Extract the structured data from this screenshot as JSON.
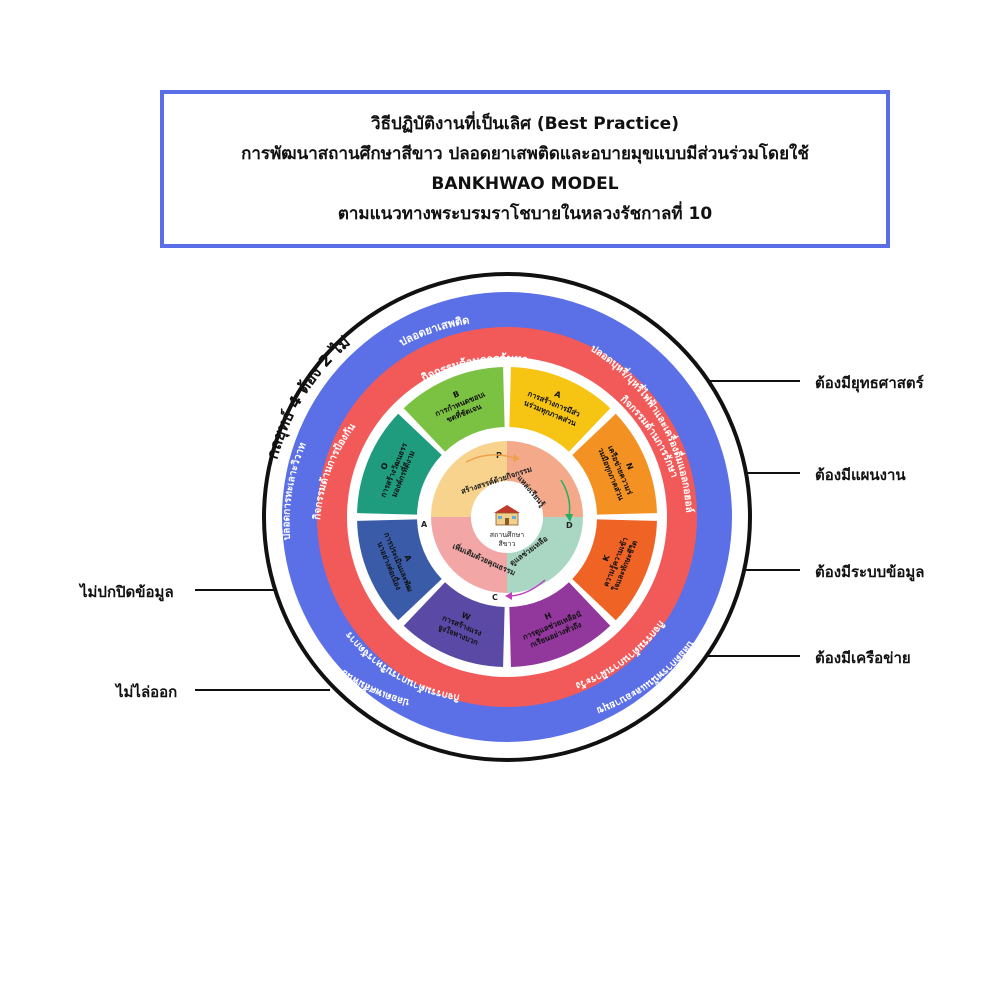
{
  "title": {
    "line1": "วิธีปฏิบัติงานที่เป็นเลิศ (Best Practice)",
    "line2": "การพัฒนาสถานศึกษาสีขาว ปลอดยาเสพติดและอบายมุขแบบมีส่วนร่วมโดยใช้",
    "line3": "BANKHWAO MODEL",
    "line4": "ตามแนวทางพระบรมราโชบายในหลวงรัชกาลที่ 10"
  },
  "strategy_arc": "กลยุทธ์ 4 ต้อง 2 ไม่",
  "outer_ring": {
    "top": "ปลอดยาเสพติด",
    "right": "ปลอดบุหรี่/บุหรี่ไฟฟ้าและเครื่องดื่มแอลกอฮอล์",
    "bottom": "ปลอดการพนันและอบายมุข",
    "left": "ปลอดการทะเลาะวิวาท",
    "lower_left": "ปลอดเพศสัมพันธ์"
  },
  "middle_ring": {
    "top": "กิจกรรมด้านการค้นหา",
    "right": "กิจกรรมด้านการรักษา",
    "bottom": "กิจกรรมด้านการเฝ้าระวัง",
    "left": "กิจกรรมด้านการป้องกัน",
    "lower_left": "กิจกรรมด้านการบริหารจัดการ"
  },
  "segments": [
    {
      "letter": "B",
      "text": "การกำหนดขอบเขตที่ชัดเจน"
    },
    {
      "letter": "A",
      "text": "การสร้างการมีส่วนร่วมทุกภาคส่วน"
    },
    {
      "letter": "N",
      "text": "เครือข่ายความร่วมมือทุกภาคส่วน"
    },
    {
      "letter": "K",
      "text": "ความรู้ความเข้าใจและทักษะชีวิต"
    },
    {
      "letter": "H",
      "text": "การดูแลช่วยเหลือนักเรียนอย่างทั่วถึง"
    },
    {
      "letter": "W",
      "text": "การสร้างแรงจูงใจทางบวก"
    },
    {
      "letter": "A",
      "text": "การประเมินและพัฒนาอย่างต่อเนื่อง"
    },
    {
      "letter": "O",
      "text": "การสร้างวัฒนธรรมองค์กรที่ดีงาม"
    }
  ],
  "cycle": {
    "P": "P",
    "D": "D",
    "C": "C",
    "A": "A",
    "q1": "สร้างสรรค์ด้วยกิจกรรม",
    "q2": "แหล่งเรียนรู้",
    "q3": "ดูแลช่วยเหลือ",
    "q4": "เพิ่มเติมด้วยคุณธรรม"
  },
  "center": {
    "line1": "สถานศึกษา",
    "line2": "สีขาว",
    "icon": "school-icon"
  },
  "right_labels": [
    "ต้องมียุทธศาสตร์",
    "ต้องมีแผนงาน",
    "ต้องมีระบบข้อมูล",
    "ต้องมีเครือข่าย"
  ],
  "left_labels": [
    "ไม่ปกปิดข้อมูล",
    "ไม่ไล่ออก"
  ],
  "colors": {
    "outer": "#5b6fe6",
    "middle": "#f25a5a",
    "segments": [
      "#7cc242",
      "#f6c514",
      "#f39222",
      "#ef6325",
      "#92379c",
      "#5a4aa5",
      "#3a5ca8",
      "#1f9b7e"
    ],
    "quadrants": [
      "#f8d38d",
      "#f4a98a",
      "#a9d7c3",
      "#f2a6a6"
    ]
  }
}
